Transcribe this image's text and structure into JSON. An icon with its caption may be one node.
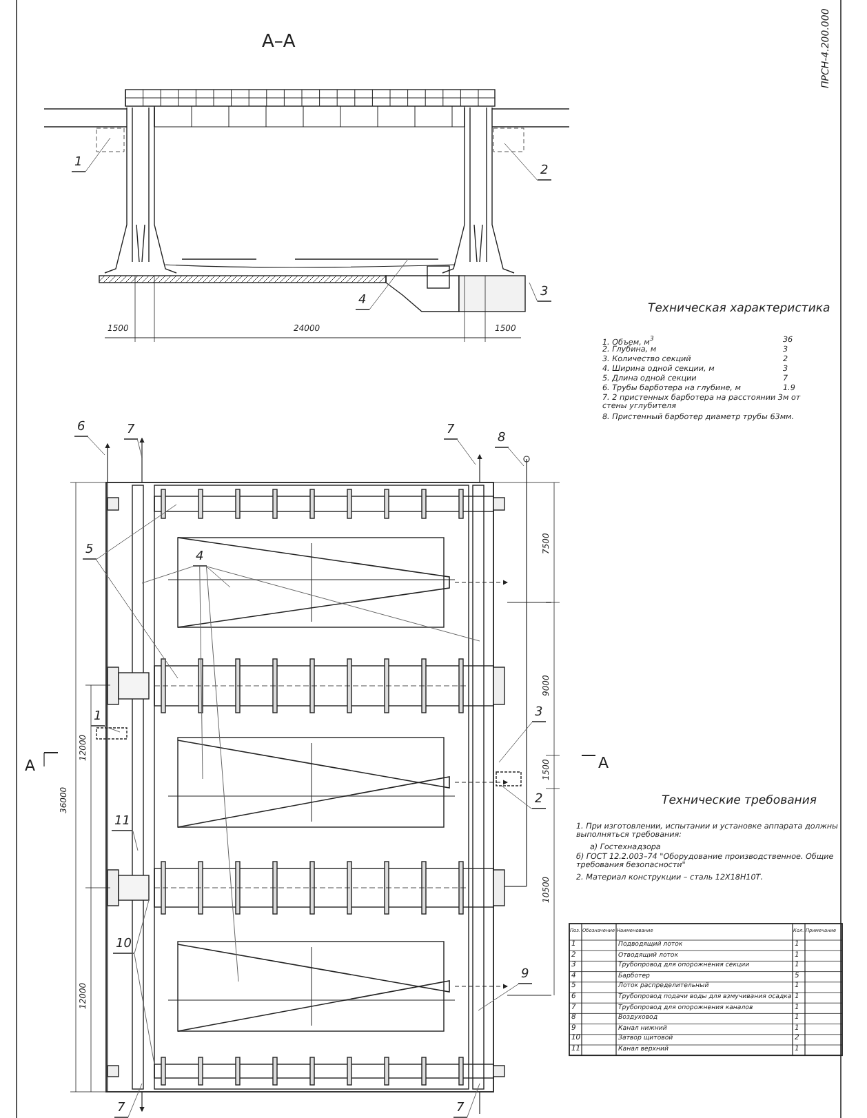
{
  "diagram": {
    "nodes": [
      {
        "text": [
          "1"
        ]
      },
      {
        "text": [
          "2"
        ]
      },
      {
        "text": [
          "3"
        ]
      },
      {
        "text": [
          "4"
        ]
      },
      {
        "text": [
          "6"
        ]
      },
      {
        "text": [
          "7"
        ]
      },
      {
        "text": [
          "7"
        ]
      },
      {
        "text": [
          "8"
        ]
      },
      {
        "text": [
          "5"
        ]
      },
      {
        "text": [
          "4"
        ]
      },
      {
        "text": [
          "1"
        ]
      },
      {
        "text": [
          "3"
        ]
      },
      {
        "text": [
          "2"
        ]
      },
      {
        "text": [
          "11"
        ]
      },
      {
        "text": [
          "10"
        ]
      },
      {
        "text": [
          "9"
        ]
      },
      {
        "text": [
          "7"
        ]
      },
      {
        "text": [
          "7"
        ]
      }
    ],
    "edges": [
      {
        "from": 0,
        "to": null,
        "arrow": "none"
      },
      {
        "from": 1,
        "to": null,
        "arrow": "none"
      },
      {
        "from": 2,
        "to": null,
        "arrow": "none"
      },
      {
        "from": 3,
        "to": null,
        "arrow": "none"
      },
      {
        "from": 4,
        "to": null,
        "arrow": "none"
      },
      {
        "from": 5,
        "to": null,
        "arrow": "none"
      },
      {
        "from": 6,
        "to": null,
        "arrow": "none"
      },
      {
        "from": 7,
        "to": null,
        "arrow": "none"
      },
      {
        "from": 8,
        "to": null,
        "arrow": "none"
      },
      {
        "from": 8,
        "to": null,
        "arrow": "none"
      },
      {
        "from": 9,
        "to": null,
        "arrow": "none"
      },
      {
        "from": 9,
        "to": null,
        "arrow": "none"
      },
      {
        "from": 9,
        "to": null,
        "arrow": "none"
      },
      {
        "from": 9,
        "to": null,
        "arrow": "none"
      },
      {
        "from": 9,
        "to": null,
        "arrow": "none"
      },
      {
        "from": 10,
        "to": null,
        "arrow": "none"
      },
      {
        "from": 11,
        "to": null,
        "arrow": "none"
      },
      {
        "from": 12,
        "to": null,
        "arrow": "none"
      },
      {
        "from": 13,
        "to": null,
        "arrow": "none"
      },
      {
        "from": 14,
        "to": null,
        "arrow": "none"
      },
      {
        "from": 14,
        "to": null,
        "arrow": "none"
      },
      {
        "from": 15,
        "to": null,
        "arrow": "none"
      },
      {
        "from": 16,
        "to": null,
        "arrow": "none"
      },
      {
        "from": 17,
        "to": null,
        "arrow": "none"
      }
    ],
    "labels": [
      "А–А",
      "1500",
      "24000",
      "1500",
      "Техническая характеристика",
      "1. Объем, м$^{3}$",
      "36",
      "2. Глубина, м",
      "3",
      "3. Количество секций",
      "2",
      "4. Ширина одной секции, м",
      "3",
      "5. Длина одной секции",
      "7",
      "6. Трубы барботера на глубине, м",
      "1.9",
      "7. 2 пристенных барботера на расстоянии 3м от стены углубителя",
      "8. Пристенный барботер диаметр трубы 63мм.",
      "А",
      "36000",
      "12000",
      "12000",
      "7500",
      "9000",
      "1500",
      "10500",
      "А",
      "Технические требования",
      "1. При изготовлении, испытании и установке аппарата должны выполняться требования:",
      "а) Гостехнадзора",
      "б) ГОСТ 12.2.003–74 \"Оборудование производственное. Общие требования безопасности\"",
      "2. Материал конструкции – сталь 12Х18Н10Т.",
      "Поз.",
      "Обозначение",
      "Наименование",
      "Кол.",
      "Примечание",
      "1",
      "Подводящий лоток",
      "1",
      "2",
      "Отводящий лоток",
      "1",
      "3",
      "Трубопровод для опорожнения секции",
      "1",
      "4",
      "Барботер",
      "5",
      "5",
      "Лоток распределительный",
      "1",
      "6",
      "Трубопровод подачи воды для взмучивания осадка",
      "1",
      "7",
      "Трубопровод для опорожнения каналов",
      "1",
      "8",
      "Воздуховод",
      "1",
      "9",
      "Канал нижний",
      "1",
      "10",
      "Затвор щитовой",
      "2",
      "11",
      "Канал верхний",
      "1",
      "ПРСН-4.200.000"
    ]
  }
}
